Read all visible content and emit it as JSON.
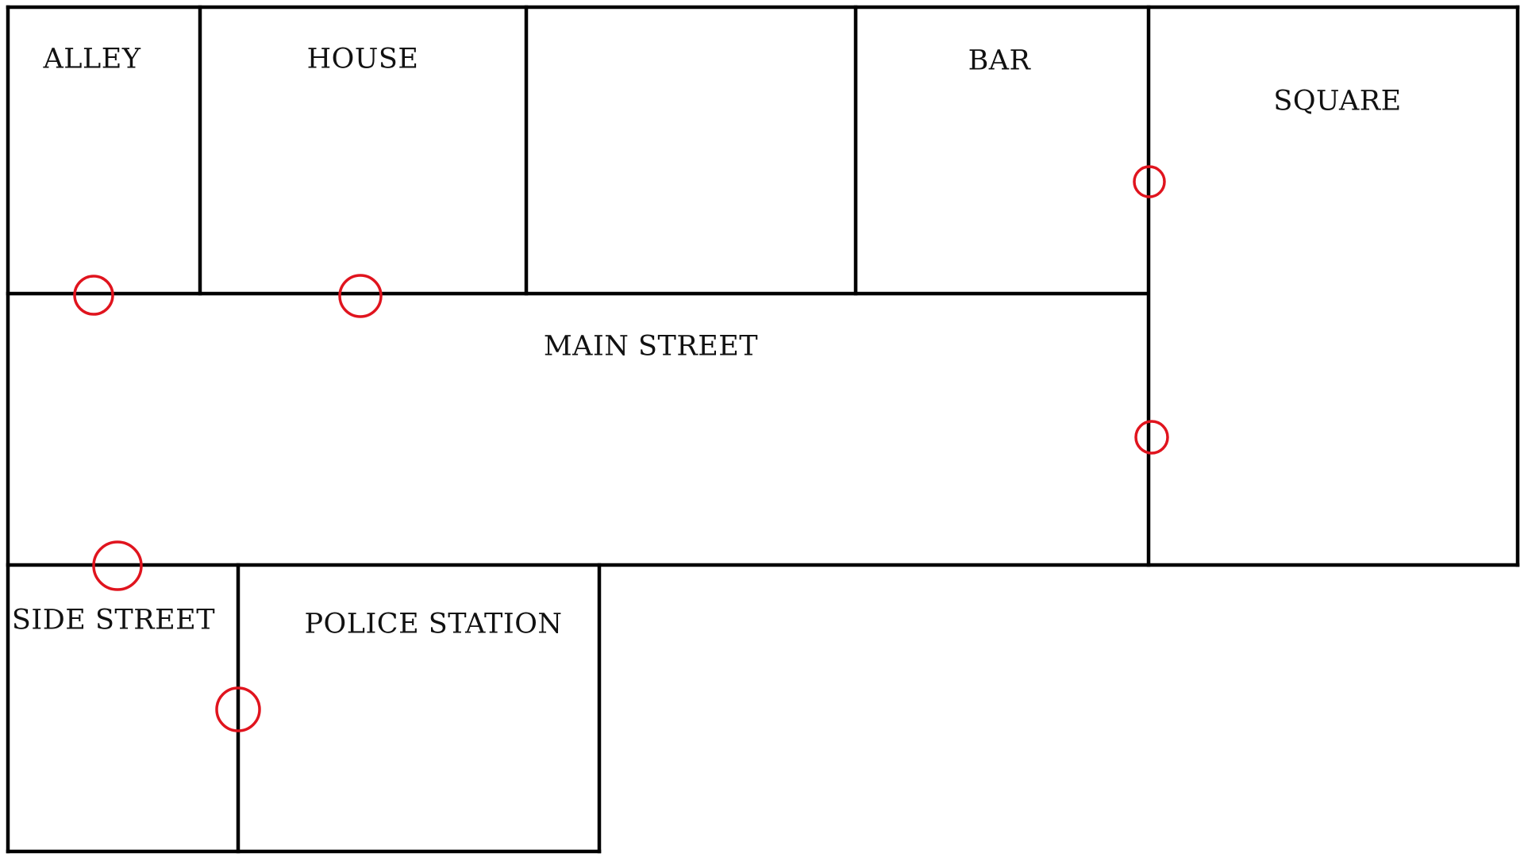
{
  "colors": {
    "wall": "#000000",
    "door_marker": "#e0141e",
    "background": "#ffffff"
  },
  "rooms": {
    "alley": "ALLEY",
    "house": "HOUSE",
    "unlabeled_room": "",
    "bar": "BAR",
    "square": "SQUARE",
    "main_street": "MAIN STREET",
    "side_street": "SIDE STREET",
    "police_station": "POLICE STATION"
  },
  "doors": [
    {
      "from": "ALLEY",
      "to": "MAIN STREET"
    },
    {
      "from": "HOUSE",
      "to": "MAIN STREET"
    },
    {
      "from": "BAR",
      "to": "SQUARE"
    },
    {
      "from": "MAIN STREET",
      "to": "SQUARE"
    },
    {
      "from": "MAIN STREET",
      "to": "SIDE STREET"
    },
    {
      "from": "SIDE STREET",
      "to": "POLICE STATION"
    }
  ]
}
